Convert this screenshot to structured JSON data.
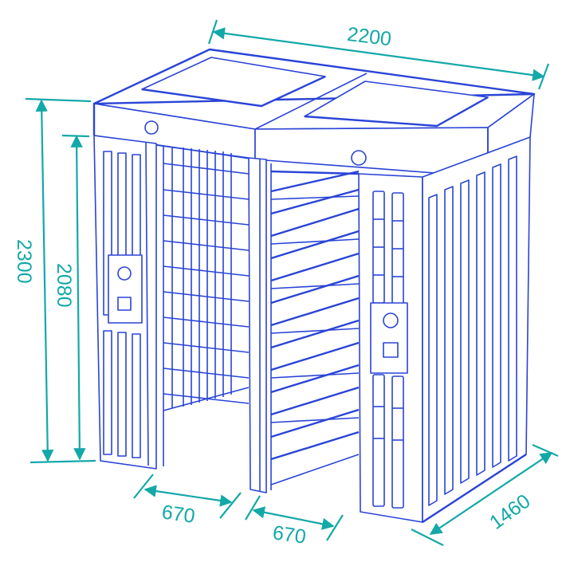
{
  "figure": {
    "subject": "Double-lane full-height turnstile",
    "line_color": "#2a44d6",
    "dimension_color": "#14a8a8"
  },
  "dimensions": {
    "overall_width": "2200",
    "overall_height": "2300",
    "passage_height": "2080",
    "lane_width_left": "670",
    "lane_width_right": "670",
    "depth": "1460"
  }
}
